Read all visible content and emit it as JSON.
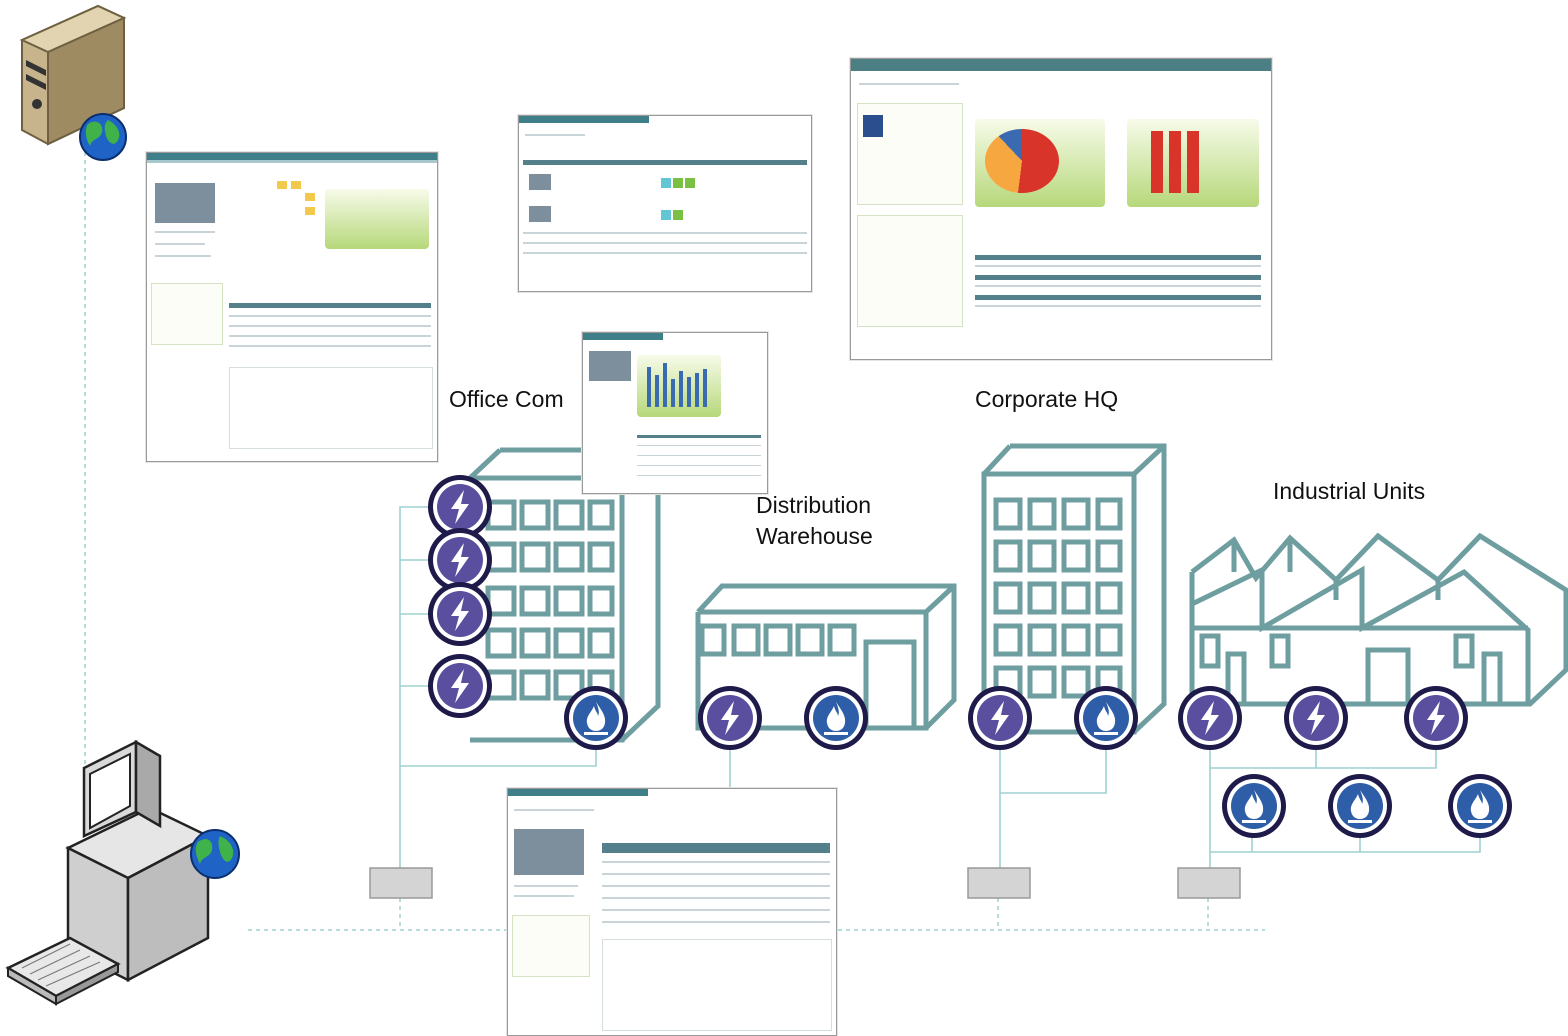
{
  "sites": [
    {
      "id": "office",
      "label": "Office Com"
    },
    {
      "id": "corporate",
      "label": "Corporate HQ"
    },
    {
      "id": "distribution",
      "label": "Distribution Warehouse",
      "lines": [
        "Distribution",
        "Warehouse"
      ]
    },
    {
      "id": "industrial",
      "label": "Industrial Units"
    }
  ],
  "icons": {
    "server": "server-icon",
    "computer": "desktop-computer-icon",
    "globe": "globe-icon",
    "electric_meter": "lightning-meter-icon",
    "gas_meter": "gas-flame-meter-icon",
    "data_logger": "data-logger-box-icon"
  },
  "colors": {
    "building_outline": "#6f9ea0",
    "connector_line": "#9fd0d0",
    "meter_fill": "#5a4f9e",
    "meter_ring": "#ffffff",
    "meter_outer": "#1e1a4a",
    "logger_fill": "#d4d4d4",
    "screenshot_header": "#3f7f8a"
  }
}
